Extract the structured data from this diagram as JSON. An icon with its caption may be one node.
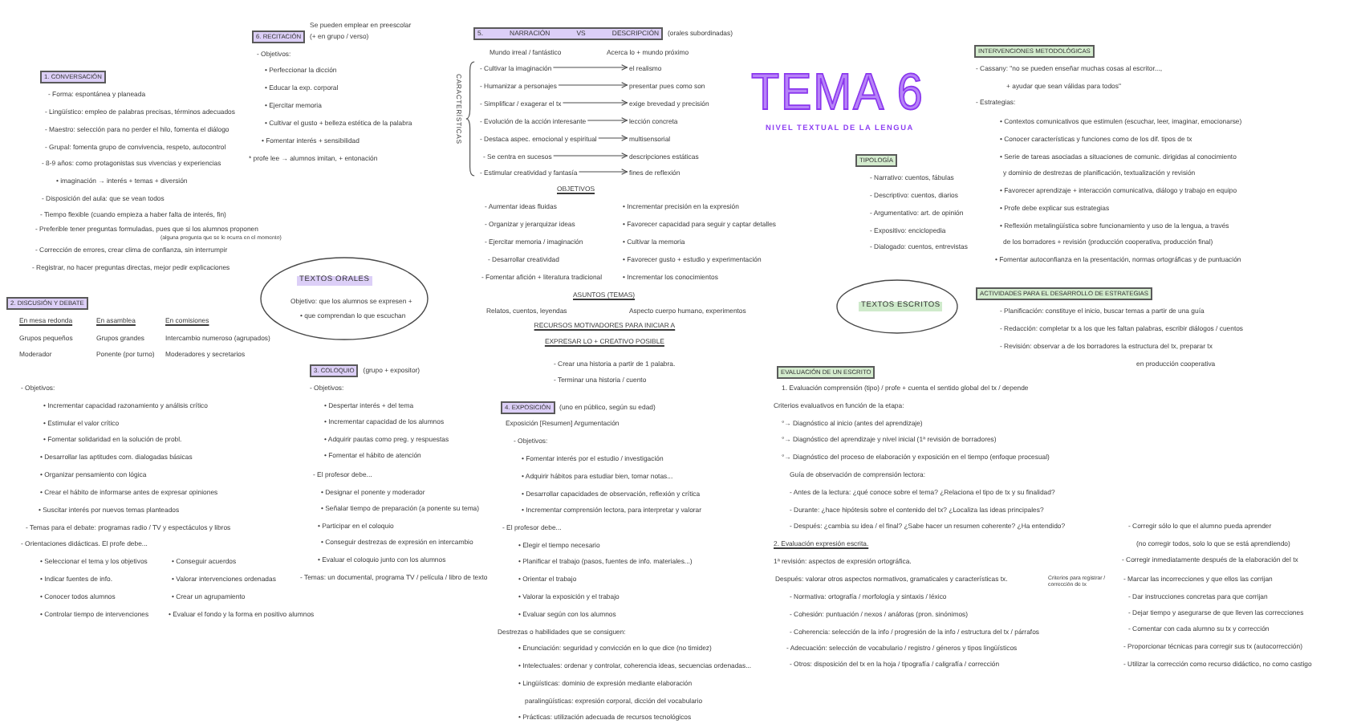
{
  "diagram": {
    "title": "TEMA 6",
    "nodes": [
      {
        "text": [
          "1. CONVERSACIÓN"
        ]
      },
      {
        "text": [
          "2. DISCUSIÓN Y DEBATE"
        ]
      },
      {
        "text": [
          "TEXTOS ORALES",
          "Objetivo: que los alumnos se expresen +",
          "• que comprendan lo que escuchan"
        ]
      },
      {
        "text": [
          "6. RECITACIÓN"
        ],
        "beside": [
          "Se pueden emplear en preescolar",
          "(+ en grupo / verso)"
        ]
      },
      {
        "text": [
          "3. COLOQUIO"
        ],
        "beside": [
          "(grupo + expositor)"
        ]
      },
      {
        "text": [
          "4. EXPOSICIÓN"
        ],
        "beside": [
          "(uno en público, según su edad)"
        ]
      },
      {
        "text": [
          "5. NARRACIÓN VS DESCRIPCIÓN"
        ],
        "beside": [
          "(orales subordinadas)"
        ]
      },
      {
        "text": [
          "- Cultivar la imaginación"
        ]
      },
      {
        "text": [
          "el realismo"
        ]
      },
      {
        "text": [
          "- Humanizar a personajes"
        ]
      },
      {
        "text": [
          "presentar pues como son"
        ]
      },
      {
        "text": [
          "- Simplificar / exagerar el tx"
        ]
      },
      {
        "text": [
          "exige brevedad y precisión"
        ]
      },
      {
        "text": [
          "- Evolución de la acción interesante"
        ]
      },
      {
        "text": [
          "lección concreta"
        ]
      },
      {
        "text": [
          "- Destaca aspec. emocional y espiritual"
        ]
      },
      {
        "text": [
          "multisensorial"
        ]
      },
      {
        "text": [
          "- Se centra en sucesos"
        ]
      },
      {
        "text": [
          "descripciones estáticas"
        ]
      },
      {
        "text": [
          "- Estimular creatividad y fantasía"
        ]
      },
      {
        "text": [
          "fines de reflexión"
        ]
      },
      {
        "text": [
          "TIPOLOGÍA"
        ]
      },
      {
        "text": [
          "TEXTOS ESCRITOS"
        ]
      },
      {
        "text": [
          "INTERVENCIONES METODOLÓGICAS"
        ]
      },
      {
        "text": [
          "ACTIVIDADES PARA EL DESARROLLO DE ESTRATEGIAS"
        ]
      },
      {
        "text": [
          "EVALUACIÓN DE UN ESCRITO"
        ]
      }
    ],
    "edges": [
      {
        "from": 7,
        "to": 8,
        "arrow": "to"
      },
      {
        "from": 9,
        "to": 10,
        "arrow": "to"
      },
      {
        "from": 11,
        "to": 12,
        "arrow": "to"
      },
      {
        "from": 13,
        "to": 14,
        "arrow": "to"
      },
      {
        "from": 15,
        "to": 16,
        "arrow": "to"
      },
      {
        "from": 17,
        "to": 18,
        "arrow": "to"
      },
      {
        "from": 19,
        "to": 20,
        "arrow": "to"
      }
    ],
    "labels": [
      "NIVEL TEXTUAL DE LA LENGUA",
      "- Objetivos:",
      "• Perfeccionar la dicción",
      "• Educar la exp. corporal",
      "• Ejercitar memoria",
      "• Cultivar el gusto + belleza estética de la palabra",
      "• Fomentar interés + sensibilidad",
      "* profe lee → alumnos imitan, + entonación",
      "- Forma: espontánea y planeada",
      "- Lingüístico: empleo de palabras precisas, términos adecuados",
      "- Maestro: selección para no perder el hilo, fomenta el diálogo",
      "- Grupal: fomenta grupo de convivencia, respeto, autocontrol",
      "- 8-9 años: como protagonistas sus vivencias y experiencias",
      "• imaginación → interés + temas + diversión",
      "- Disposición del aula: que se vean todos",
      "- Tiempo flexible (cuando empieza a haber falta de interés, fin)",
      "- Preferible tener preguntas formuladas, pues que si los alumnos proponen",
      "(alguna pregunta que se le ocurra en el momento)",
      "- Corrección de errores, crear clima de confianza, sin interrumpir",
      "- Registrar, no hacer preguntas directas, mejor pedir explicaciones",
      "En mesa redonda",
      "En asamblea",
      "En comisiones",
      "Grupos pequeños",
      "Grupos grandes",
      "Intercambio numeroso (agrupados)",
      "Moderador",
      "Ponente (por turno)",
      "Moderadores y secretarios",
      "- Objetivos:",
      "• Incrementar capacidad razonamiento y análisis crítico",
      "• Estimular el valor crítico",
      "• Fomentar solidaridad en la solución de probl.",
      "• Desarrollar las aptitudes com. dialogadas básicas",
      "• Organizar pensamiento con lógica",
      "• Crear el hábito de informarse antes de expresar opiniones",
      "• Suscitar interés por nuevos temas planteados",
      "- Temas para el debate: programas radio / TV y espectáculos y libros",
      "- Orientaciones didácticas. El profe debe...",
      "• Seleccionar el tema y los objetivos",
      "• Conseguir acuerdos",
      "• Indicar fuentes de info.",
      "• Valorar intervenciones ordenadas",
      "• Conocer todos alumnos",
      "• Crear un agrupamiento",
      "• Controlar tiempo de intervenciones",
      "• Evaluar el fondo y la forma en positivo alumnos",
      "- Objetivos:",
      "• Despertar interés + del tema",
      "• Incrementar capacidad de los alumnos",
      "• Adquirir pautas como preg. y respuestas",
      "• Fomentar el hábito de atención",
      "- El profesor debe...",
      "• Designar el ponente y moderador",
      "• Señalar tiempo de preparación (a ponente su tema)",
      "• Participar en el coloquio",
      "• Conseguir destrezas de expresión en intercambio",
      "• Evaluar el coloquio junto con los alumnos",
      "- Temas: un documental, programa TV / película / libro de texto",
      "Exposición [Resumen] Argumentación",
      "- Objetivos:",
      "• Fomentar interés por el estudio / investigación",
      "• Adquirir hábitos para estudiar bien, tomar notas...",
      "• Desarrollar capacidades de observación, reflexión y crítica",
      "• Incrementar comprensión lectora, para interpretar y valorar",
      "- El profesor debe...",
      "• Elegir el tiempo necesario",
      "• Planificar el trabajo (pasos, fuentes de info. materiales...)",
      "• Orientar el trabajo",
      "• Valorar la exposición y el trabajo",
      "• Evaluar según con los alumnos",
      "Destrezas o habilidades que se consiguen:",
      "• Enunciación: seguridad y convicción en lo que dice (no timidez)",
      "• Intelectuales: ordenar y controlar, coherencia ideas, secuencias ordenadas...",
      "• Lingüísticas: dominio de expresión mediante elaboración",
      "paralingüísticas: expresión corporal, dicción del vocabulario",
      "• Prácticas: utilización adecuada de recursos tecnológicos",
      "Mundo irreal / fantástico",
      "Acerca lo + mundo próximo",
      "CARACTERÍSTICAS",
      "OBJETIVOS",
      "- Aumentar ideas fluidas",
      "• Incrementar precisión en la expresión",
      "- Organizar y jerarquizar ideas",
      "• Favorecer capacidad para seguir y captar detalles",
      "- Ejercitar memoria / imaginación",
      "• Cultivar la memoria",
      "- Desarrollar creatividad",
      "• Favorecer gusto + estudio y experimentación",
      "- Fomentar afición + literatura tradicional",
      "• Incrementar los conocimientos",
      "ASUNTOS (TEMAS)",
      "Relatos, cuentos, leyendas",
      "Aspecto cuerpo humano, experimentos",
      "RECURSOS MOTIVADORES PARA INICIAR A EXPRESAR LO + CREATIVO POSIBLE",
      "- Crear una historia a partir de 1 palabra.",
      "- Terminar una historia / cuento",
      "- Narrativo: cuentos, fábulas",
      "- Descriptivo: cuentos, diarios",
      "- Argumentativo: art. de opinión",
      "- Expositivo: enciclopedia",
      "- Dialogado: cuentos, entrevistas",
      "- Cassany: \"no se pueden enseñar muchas cosas al escritor...,",
      "+ ayudar que sean válidas para todos\"",
      "- Estrategias:",
      "• Contextos comunicativos que estimulen (escuchar, leer, imaginar, emocionarse)",
      "• Conocer características y funciones como de los dif. tipos de tx",
      "• Serie de tareas asociadas a situaciones de comunic. dirigidas al conocimiento",
      "y dominio de destrezas de planificación, textualización y revisión",
      "• Favorecer aprendizaje + interacción comunicativa, diálogo y trabajo en equipo",
      "• Profe debe explicar sus estrategias",
      "• Reflexión metalingüística sobre funcionamiento y uso de la lengua, a través",
      "de los borradores + revisión (producción cooperativa, producción final)",
      "• Fomentar autoconfianza en la presentación, normas ortográficas y de puntuación",
      "- Planificación: constituye el inicio, buscar temas a partir de una guía",
      "- Redacción: completar tx a los que les faltan palabras, escribir diálogos / cuentos",
      "- Revisión: observar a de los borradores la estructura del tx, preparar tx",
      "en producción cooperativa",
      "1. Evaluación comprensión (tipo) / profe + cuenta el sentido global del tx / depende",
      "Criterios evaluativos en función de la etapa:",
      "°→ Diagnóstico al inicio (antes del aprendizaje)",
      "°→ Diagnóstico del aprendizaje y nivel inicial (1ª revisión de borradores)",
      "°→ Diagnóstico del proceso de elaboración y exposición en el tiempo (enfoque procesual)",
      "Guía de observación de comprensión lectora:",
      "- Antes de la lectura: ¿qué conoce sobre el tema? ¿Relaciona el tipo de tx y su finalidad?",
      "- Durante: ¿hace hipótesis sobre el contenido del tx? ¿Localiza las ideas principales?",
      "- Después: ¿cambia su idea / el final? ¿Sabe hacer un resumen coherente? ¿Ha entendido?",
      "2. Evaluación expresión escrita.",
      "1ª revisión: aspectos de expresión ortográfica.",
      "Después: valorar otros aspectos normativos, gramaticales y características tx.",
      "- Normativa: ortografía / morfología y sintaxis / léxico",
      "- Cohesión: puntuación / nexos / anáforas (pron. sinónimos)",
      "- Coherencia: selección de la info / progresión de la info / estructura del tx / párrafos",
      "- Adecuación: selección de vocabulario / registro / géneros y tipos lingüísticos",
      "- Otros: disposición del tx en la hoja / tipografía / caligrafía / corrección",
      "- Corregir sólo lo que el alumno pueda aprender",
      "(no corregir todos, solo lo que se está aprendiendo)",
      "- Corregir inmediatamente después de la elaboración del tx",
      "Criterios para registrar / corrección de tx",
      "- Marcar las incorrecciones y que ellos las corrijan",
      "- Dar instrucciones concretas para que corrijan",
      "- Dejar tiempo y asegurarse de que lleven las correcciones",
      "- Comentar con cada alumno su tx y corrección",
      "- Proporcionar técnicas para corregir sus tx (autocorrección)",
      "- Utilizar la corrección como recurso didáctico, no como castigo"
    ]
  }
}
